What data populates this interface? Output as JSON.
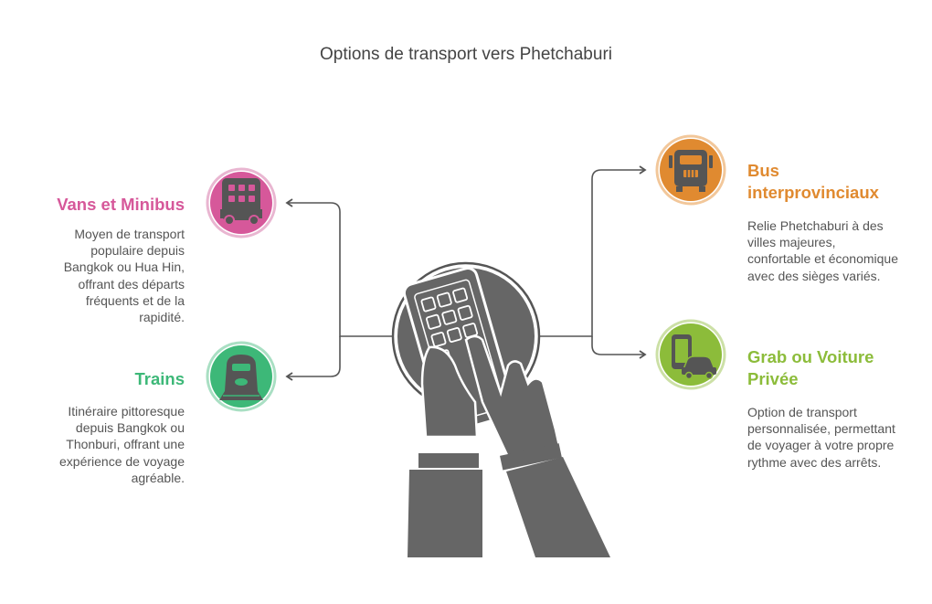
{
  "title": "Options de transport vers Phetchaburi",
  "colors": {
    "vans": "#d6589a",
    "trains": "#3db878",
    "bus": "#e08a30",
    "grab": "#8cbc3a",
    "icon_dark": "#555555",
    "line": "#555555"
  },
  "options": {
    "vans": {
      "heading": "Vans et Minibus",
      "description": "Moyen de transport populaire depuis Bangkok ou Hua Hin, offrant des départs fréquents et de la rapidité.",
      "icon": "minibus-icon"
    },
    "trains": {
      "heading": "Trains",
      "description": "Itinéraire pittoresque depuis Bangkok ou Thonburi, offrant une expérience de voyage agréable.",
      "icon": "train-icon"
    },
    "bus": {
      "heading": "Bus interprovinciaux",
      "description": "Relie Phetchaburi à des villes majeures, confortable et économique avec des sièges variés.",
      "icon": "bus-icon"
    },
    "grab": {
      "heading": "Grab ou Voiture Privée",
      "description": "Option de transport personnalisée, permettant de voyager à votre propre rythme avec des arrêts.",
      "icon": "phone-car-icon"
    }
  },
  "center_icon": "hand-holding-phone-icon"
}
